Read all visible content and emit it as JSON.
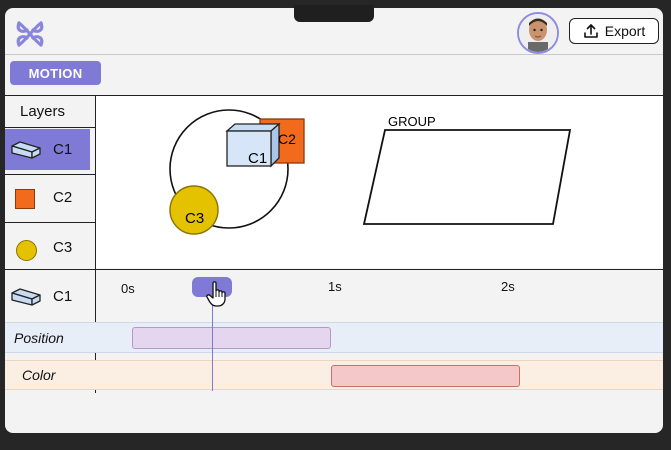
{
  "header": {
    "export_label": "Export"
  },
  "toolbar": {
    "mode_label": "MOTION"
  },
  "layers": {
    "title": "Layers",
    "items": [
      {
        "label": "C1",
        "icon": "cube-icon",
        "selected": true
      },
      {
        "label": "C2",
        "icon": "square-icon",
        "color": "#f26a1b"
      },
      {
        "label": "C3",
        "icon": "circle-icon",
        "color": "#e4c200"
      }
    ]
  },
  "canvas": {
    "group_label": "GROUP",
    "c1_label": "C1",
    "c2_label": "C2",
    "c3_label": "C3"
  },
  "timeline": {
    "layer_label": "C1",
    "ticks": [
      "0s",
      "1s",
      "2s"
    ],
    "tracks": [
      {
        "label": "Position",
        "color": "#e4d6ee"
      },
      {
        "label": "Color",
        "color": "#f4c8c8"
      }
    ]
  },
  "colors": {
    "accent": "#7f7ad6",
    "selected_layer": "#7f7ad6"
  }
}
